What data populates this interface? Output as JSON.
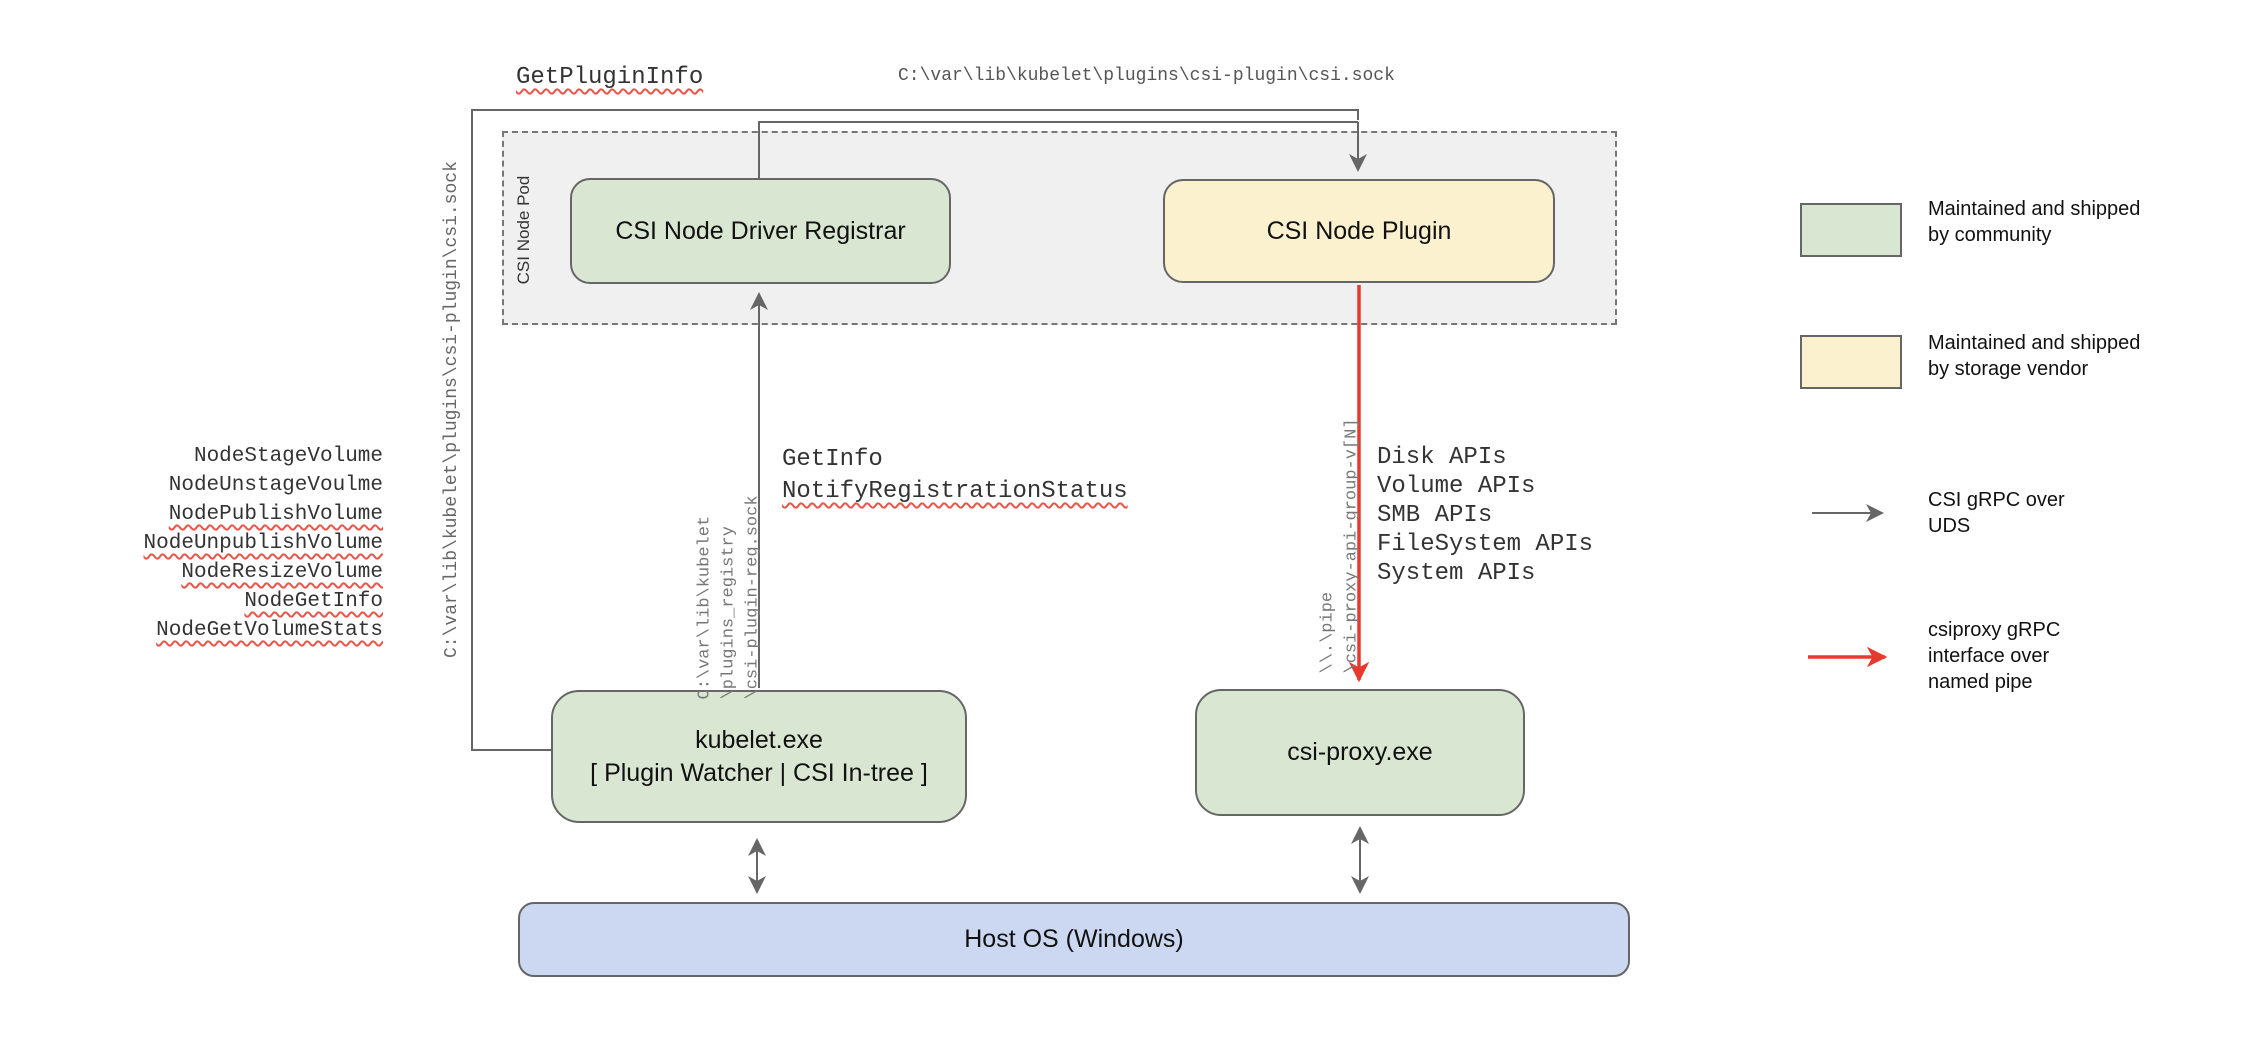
{
  "diagram": {
    "nodes": {
      "pod_label": "CSI Node Pod",
      "registrar": "CSI Node Driver Registrar",
      "plugin": "CSI Node Plugin",
      "kubelet_line1": "kubelet.exe",
      "kubelet_line2": "[ Plugin Watcher | CSI In-tree ]",
      "csi_proxy": "csi-proxy.exe",
      "host_os": "Host OS (Windows)"
    },
    "labels": {
      "get_plugin_info": "GetPluginInfo",
      "top_socket_path": "C:\\var\\lib\\kubelet\\plugins\\csi-plugin\\csi.sock",
      "left_socket_path": "C:\\var\\lib\\kubelet\\plugins\\csi-plugin\\csi.sock",
      "get_info": "GetInfo",
      "notify_registration_status": "NotifyRegistrationStatus",
      "registry_path_lines": [
        "C:\\var\\lib\\kubelet",
        "\\plugins_registry",
        "\\csi-plugin-reg.sock"
      ],
      "pipe_path_lines": [
        "\\\\.\\pipe",
        "\\csi-proxy-api-group-v[N]"
      ]
    },
    "node_methods": [
      {
        "label": "NodeStageVolume",
        "underlined": false
      },
      {
        "label": "NodeUnstageVoulme",
        "underlined": false
      },
      {
        "label": "NodePublishVolume",
        "underlined": true
      },
      {
        "label": "NodeUnpublishVolume",
        "underlined": true
      },
      {
        "label": "NodeResizeVolume",
        "underlined": true
      },
      {
        "label": "NodeGetInfo",
        "underlined": true
      },
      {
        "label": "NodeGetVolumeStats",
        "underlined": true
      }
    ],
    "api_list": [
      "Disk APIs",
      "Volume APIs",
      "SMB APIs",
      "FileSystem APIs",
      "System APIs"
    ],
    "legend": {
      "community": "Maintained and shipped\nby community",
      "vendor": "Maintained and shipped\nby storage vendor",
      "uds": "CSI gRPC over\nUDS",
      "named_pipe": "csiproxy gRPC\ninterface over\nnamed pipe"
    },
    "colors": {
      "c-green": "#d9e7d2",
      "c-yellow": "#fbf1cf",
      "c-blue": "#ccd8f2",
      "c-podbg": "#f0f0f0",
      "c-line": "#666666",
      "c-red": "#e63a2e",
      "c-squiggle": "#e8564a"
    }
  }
}
